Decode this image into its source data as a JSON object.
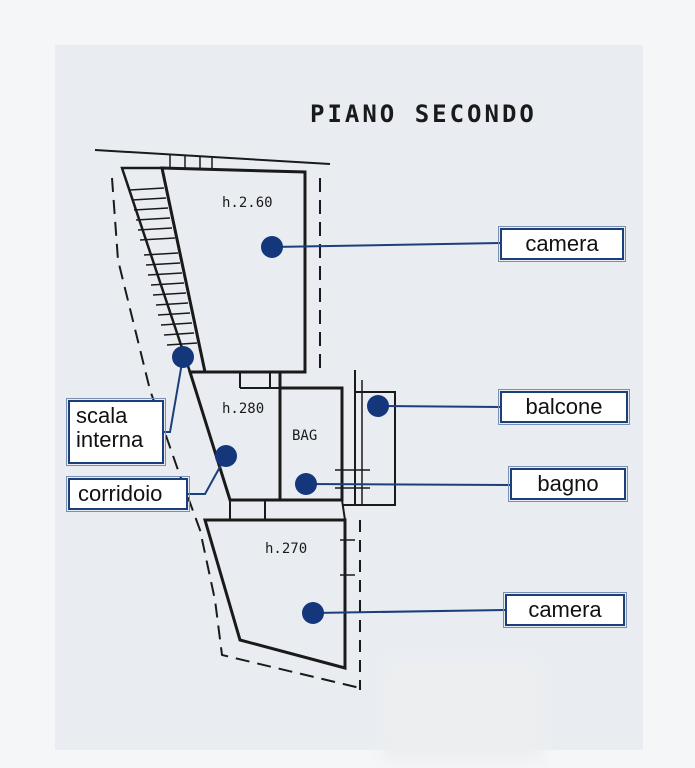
{
  "drawing": {
    "title": "PIANO SECONDO",
    "heights": {
      "top_room": "h.2.60",
      "corridor": "h.280",
      "bottom_room": "h.270"
    },
    "bath_abbrev": "BAG"
  },
  "labels": {
    "camera_top": "camera",
    "balcone": "balcone",
    "bagno": "bagno",
    "camera_bottom": "camera",
    "scala_line1": "scala",
    "scala_line2": "interna",
    "corridoio": "corridoio"
  },
  "colors": {
    "marker": "#14367a",
    "leader": "#1b3f7a",
    "wall": "#1a1a1a",
    "sheet": "#e9edf2"
  }
}
